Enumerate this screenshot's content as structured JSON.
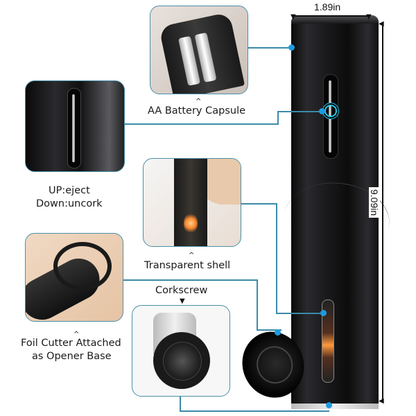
{
  "dimensions": {
    "width": "1.89in",
    "height": "9.09in"
  },
  "callouts": {
    "battery": {
      "label": "AA Battery Capsule",
      "image": "battery-compartment-photo"
    },
    "button": {
      "label_line1": "UP:eject",
      "label_line2": "Down:uncork",
      "image": "rocker-button-closeup"
    },
    "shell": {
      "label": "Transparent shell",
      "image": "transparent-shell-glow-photo"
    },
    "corkscrew": {
      "label": "Corkscrew",
      "image": "corkscrew-bottom-view"
    },
    "foil_cutter": {
      "label_line1": "Foil Cutter Attached",
      "label_line2": "as Opener Base",
      "image": "foil-cutter-in-hand"
    }
  },
  "colors": {
    "accent_line": "#3a8aa8",
    "accent_dot": "#1e9be0",
    "product_body": "#111111",
    "glow": "#ff9a3c"
  }
}
